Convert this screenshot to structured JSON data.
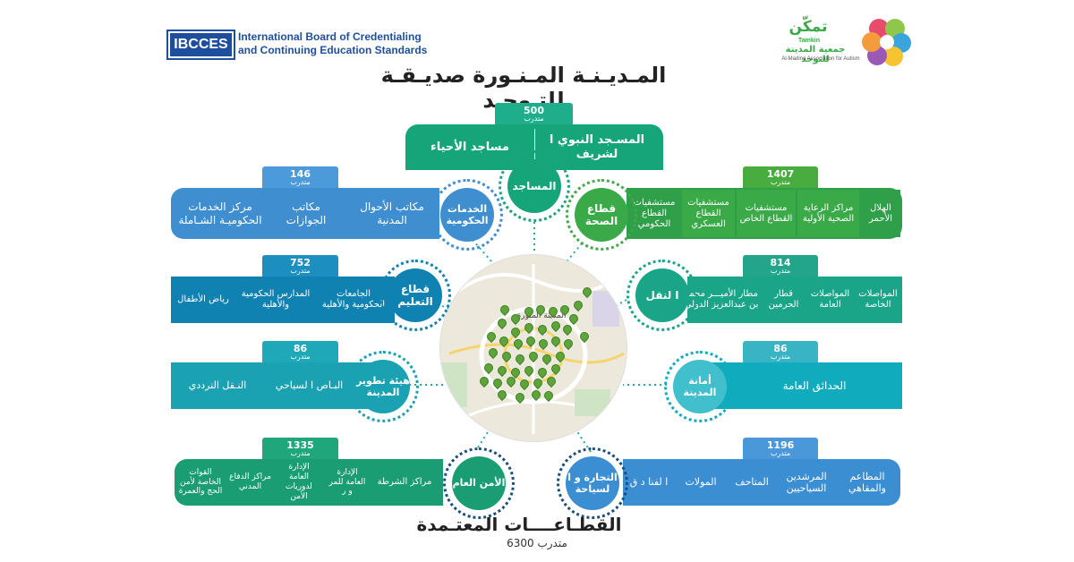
{
  "header": {
    "ibcces_logo": "IBCCES",
    "ibcces_line1": "International Board of Credentialing",
    "ibcces_line2": "and Continuing Education Standards",
    "assoc_brand": "تمكّن",
    "assoc_brand_latin": "Tamkin",
    "assoc_name_ar": "جمعية المدينة للتوحد",
    "assoc_name_en": "Al-Madina Association for Autism",
    "title": "المـديـنـة المـنـورة صديـقـة للتـوحـد"
  },
  "trainee_unit": "متدرب",
  "center": {
    "map_label": "المدينة المنورة"
  },
  "sectors": {
    "mosques": {
      "count": "500",
      "hub": "المساجد",
      "items": [
        "المسـجد النبوي ا لشريف",
        "مساجد الأحياء"
      ]
    },
    "health": {
      "count": "1407",
      "hub": "قطاع الصحة",
      "items": [
        "الهلال الأحمر",
        "مراكز الرعاية الصحية الأولية",
        "مستشفيات القطاع الخاص",
        "مستشفيات القطاع العسكري",
        "مستشفيات القطاع الحكومي"
      ]
    },
    "gov": {
      "count": "146",
      "hub": "الخدمات الحكومية",
      "items": [
        "مكاتب الأحوال المدنية",
        "مكاتب الجوازات",
        "مركز الخدمات الحكوميـة الشـاملة"
      ]
    },
    "edu": {
      "count": "752",
      "hub": "قطاع التعليم",
      "items": [
        "الجامعات الحكومية والأهلية",
        "المدارس الحكومية والأهلية",
        "رياض الأطفال"
      ]
    },
    "transport": {
      "count": "814",
      "hub": "ا لنقل",
      "items": [
        "المواصلات الخاصة",
        "المواصلات العامة",
        "قطار الحرمين",
        "مطار الأميـــر محمد بن عبدالعزيز الدولي"
      ]
    },
    "dev": {
      "count": "86",
      "hub": "هيئة تطوير المدينة",
      "items": [
        "البـاص ا لسياحي",
        "النـقل الترددي"
      ]
    },
    "amana": {
      "count": "86",
      "hub": "أمانة المدينة",
      "items": [
        "الحدائق العامة"
      ]
    },
    "security": {
      "count": "1335",
      "hub": "الأمن العام",
      "items": [
        "مراكز الشرطة",
        "الإدارة العامة للمر و ر",
        "الإدارة العامة لدوريات الأمن",
        "مراكز الدفاع المدني",
        "القوات الخاصة لأمن الحج والعمرة"
      ]
    },
    "tourism": {
      "count": "1196",
      "hub": "التجارة و ا لسياحة",
      "items": [
        "المطاعم والمقاهي",
        "المرشدين السياحيين",
        "المتاحف",
        "المولات",
        "ا لفنا د ق"
      ]
    }
  },
  "footer": {
    "title": "القطـاعــــات المعتـمدة",
    "total": "6300",
    "total_unit": "متدرب"
  },
  "colors": {
    "mosques": "#16a579",
    "health": "#3aaa48",
    "gov": "#3f8ed0",
    "edu": "#0f82b1",
    "transport": "#1aa488",
    "dev": "#1aa1b2",
    "amana": "#10abbd",
    "security": "#1a9d73",
    "tourism": "#3c8ed3",
    "ibcces_blue": "#1e4f9c"
  }
}
